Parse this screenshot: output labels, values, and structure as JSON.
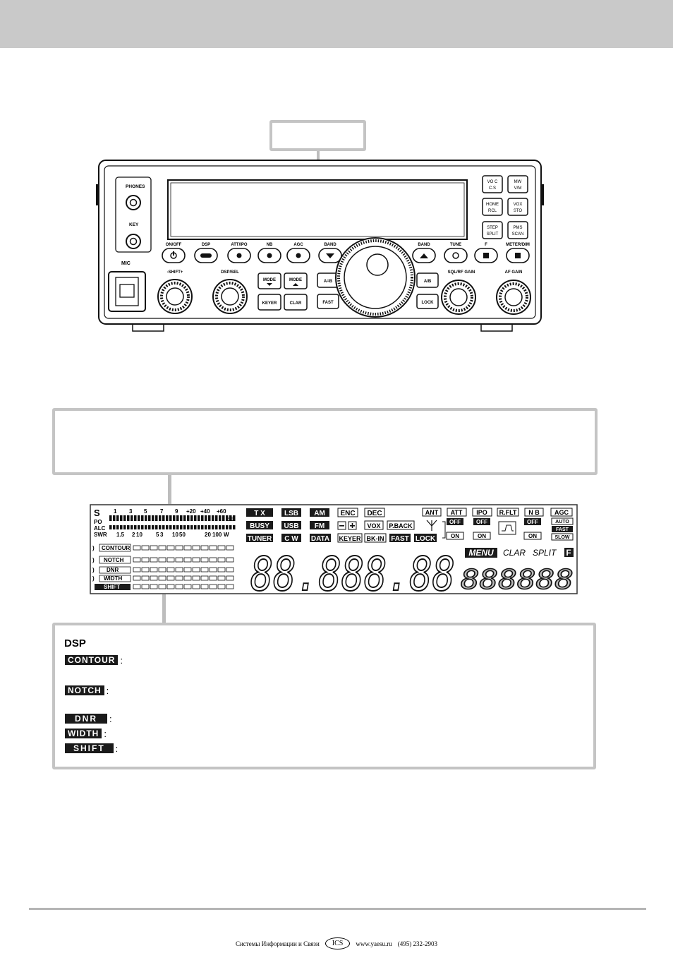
{
  "radio": {
    "jacks": [
      "PHONES",
      "KEY",
      "MIC"
    ],
    "top_labels": [
      "ON/OFF",
      "DSP",
      "ATT/IPO",
      "NB",
      "AGC",
      "BAND",
      "BAND",
      "TUNE",
      "F",
      "METER/DIM"
    ],
    "knob_labels": [
      "-SHIFT+",
      "DSP/SEL",
      "SQL/RF GAIN",
      "AF GAIN"
    ],
    "mode_buttons": [
      "MODE",
      "MODE",
      "KEYER",
      "CLAR"
    ],
    "center_buttons": [
      "A=B",
      "FAST",
      "A/B",
      "LOCK"
    ],
    "right_buttons": [
      {
        "top": "VO C",
        "bottom": "C.S"
      },
      {
        "top": "MW",
        "bottom": "V/M"
      },
      {
        "top": "HOME",
        "bottom": "RCL"
      },
      {
        "top": "VOX",
        "bottom": "STO"
      },
      {
        "top": "STEP",
        "bottom": "SPLIT"
      },
      {
        "top": "PMS",
        "bottom": "SCAN"
      }
    ]
  },
  "lcd": {
    "s_scale": [
      "S",
      "1",
      "3",
      "5",
      "7",
      "9",
      "+20",
      "+40",
      "+60",
      "dB"
    ],
    "meter_labels": [
      "PO",
      "ALC",
      "SWR"
    ],
    "po_scale": [
      "1.5",
      "2",
      "10",
      "5",
      "3",
      "10",
      "50",
      "20",
      "100",
      "W"
    ],
    "dsp_rows": [
      "CONTOUR",
      "NOTCH",
      "DNR",
      "WIDTH",
      "SHIFT"
    ],
    "indicators_row1": [
      "T X",
      "LSB",
      "AM",
      "ENC",
      "DEC"
    ],
    "indicators_row2": [
      "BUSY",
      "USB",
      "FM",
      "VOX",
      "P.BACK"
    ],
    "indicators_row3": [
      "TUNER",
      "C W",
      "DATA",
      "KEYER",
      "BK-IN",
      "FAST",
      "LOCK"
    ],
    "right_group_labels": [
      "ANT",
      "ATT",
      "IPO",
      "R.FLT",
      "N B",
      "AGC"
    ],
    "off_on": [
      "OFF",
      "ON"
    ],
    "agc_speeds": [
      "AUTO",
      "FAST",
      "SLOW"
    ],
    "status_words": [
      "MENU",
      "CLAR",
      "SPLIT",
      "F"
    ],
    "frequency": "88.888.88",
    "alpha_digits": "888888"
  },
  "dsp_legend": {
    "title": "DSP",
    "items": [
      "CONTOUR",
      "NOTCH",
      "DNR",
      "WIDTH",
      "SHIFT"
    ]
  },
  "footer": {
    "company": "Системы Информации и Связи",
    "logo": "ICS",
    "url": "www.yaesu.ru",
    "phone": "(495) 232-2903"
  }
}
